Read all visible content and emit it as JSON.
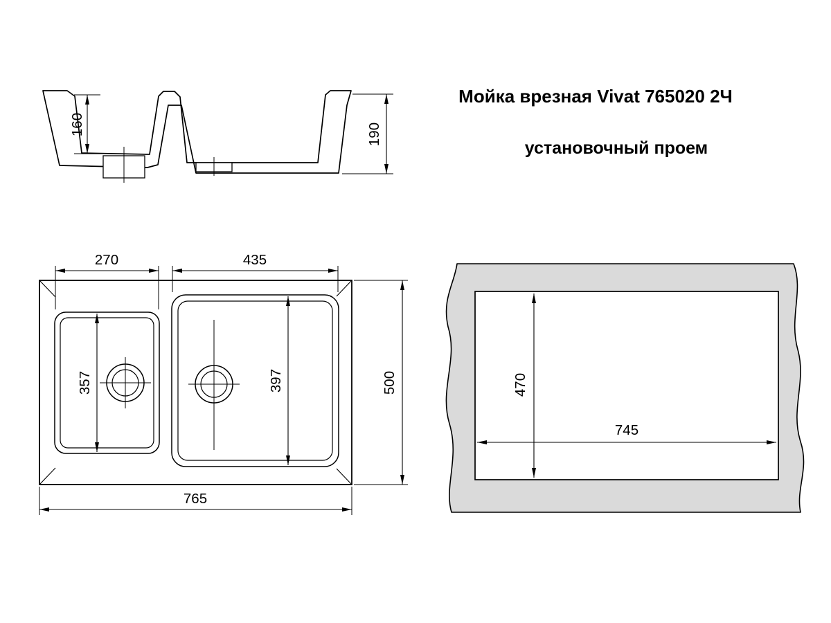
{
  "title": "Мойка врезная Vivat 765020 2Ч",
  "subtitle": "установочный проем",
  "colors": {
    "line": "#000000",
    "countertop_fill": "#dadada"
  },
  "section_view": {
    "left_bowl_depth": "160",
    "right_bowl_depth": "190"
  },
  "plan_view": {
    "left_bowl_width": "270",
    "right_bowl_width": "435",
    "left_bowl_length": "357",
    "right_bowl_length": "397",
    "overall_depth": "500",
    "overall_width": "765"
  },
  "cutout_view": {
    "height": "470",
    "width": "745"
  }
}
